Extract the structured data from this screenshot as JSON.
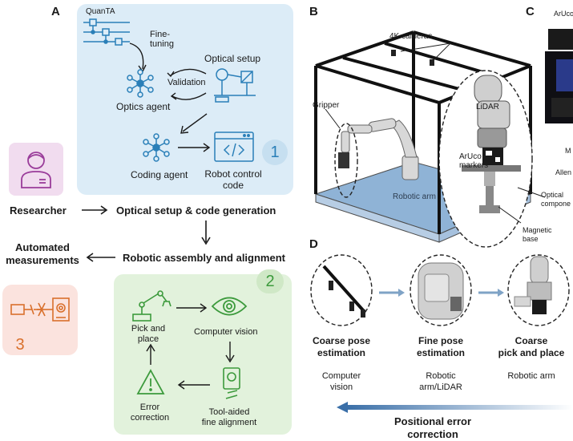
{
  "panel_labels": {
    "a": "A",
    "b": "B",
    "c": "C",
    "d": "D"
  },
  "panel_a": {
    "quanta_label": "QuanTA",
    "fine_tuning": "Fine-\ntuning",
    "optical_setup": "Optical setup",
    "validation": "Validation",
    "optics_agent": "Optics agent",
    "coding_agent": "Coding agent",
    "robot_control_code": "Robot control\ncode",
    "step1_number": "1",
    "researcher": "Researcher",
    "optical_setup_code_generation": "Optical setup & code generation",
    "robotic_assembly_alignment": "Robotic assembly and alignment",
    "automated_measurements": "Automated\nmeasurements",
    "step2_number": "2",
    "pick_and_place": "Pick and\nplace",
    "computer_vision": "Computer vision",
    "tool_aided": "Tool-aided\nfine alignment",
    "error_correction": "Error\ncorrection",
    "step3_number": "3"
  },
  "panel_b": {
    "cameras": "4K cameras",
    "gripper": "Gripper",
    "lidar": "LiDAR",
    "aruco_markers": "ArUco\nmarkers",
    "robotic_arm": "Robotic arm",
    "optical_component": "Optical\ncompone",
    "magnetic_base": "Magnetic\nbase"
  },
  "panel_c": {
    "aruco": "ArUco",
    "m_label": "M",
    "allen_label": "Allen"
  },
  "panel_d": {
    "steps": [
      {
        "title": "Coarse pose\nestimation",
        "tool": "Computer\nvision"
      },
      {
        "title": "Fine pose\nestimation",
        "tool": "Robotic\narm/LiDAR"
      },
      {
        "title": "Coarse\npick and place",
        "tool": "Robotic arm"
      }
    ],
    "positional_error_correction": "Positional error\ncorrection"
  },
  "colors": {
    "blue_panel": "#dcecf7",
    "icon_blue": "#2a7fb8",
    "green_panel": "#e2f2dc",
    "icon_green": "#3c9a3c",
    "pink_panel": "#fbe3de",
    "icon_orange": "#d9702c",
    "purple_panel": "#f1dcef",
    "icon_purple": "#9a3c9a",
    "floor_blue": "#8fb3d6",
    "arrow_blue": "#3a6fa8"
  }
}
